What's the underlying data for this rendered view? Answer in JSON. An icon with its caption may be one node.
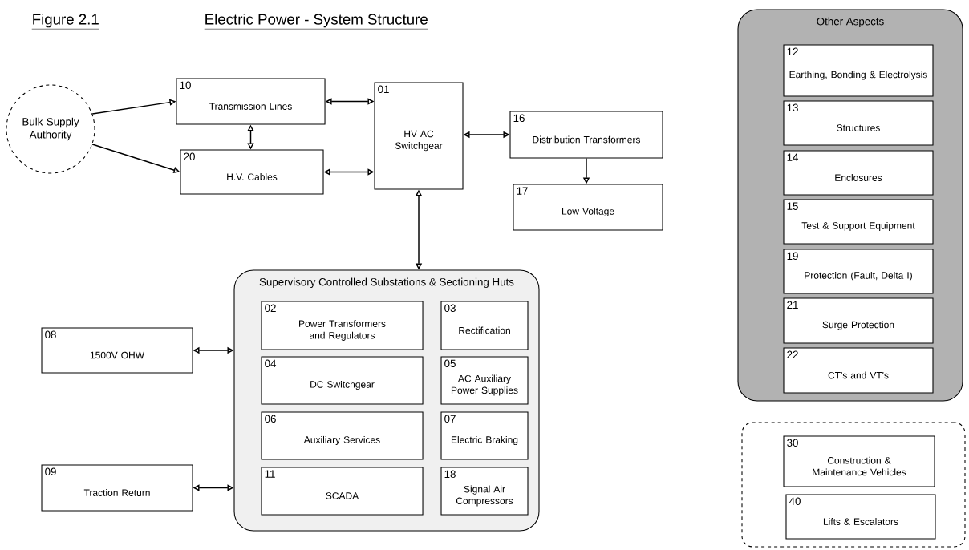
{
  "diagram": {
    "title": "Electric Power - System Structure",
    "nodes": [
      {
        "text": [
          "Bulk Supply Authority"
        ]
      },
      {
        "text": [
          "10",
          "Transmission Lines"
        ]
      },
      {
        "text": [
          "20",
          "H.V. Cables"
        ]
      },
      {
        "text": [
          "01",
          "HV AC Switchgear"
        ]
      },
      {
        "text": [
          "16",
          "Distribution Transformers"
        ]
      },
      {
        "text": [
          "17",
          "Low Voltage"
        ]
      },
      {
        "text": [
          "Supervisory Controlled Substations & Sectioning Huts"
        ]
      },
      {
        "text": [
          "02",
          "Power Transformers and Regulators"
        ],
        "in": 6
      },
      {
        "text": [
          "03",
          "Rectification"
        ],
        "in": 6
      },
      {
        "text": [
          "04",
          "DC Switchgear"
        ],
        "in": 6
      },
      {
        "text": [
          "05",
          "AC Auxiliary Power Supplies"
        ],
        "in": 6
      },
      {
        "text": [
          "06",
          "Auxiliary Services"
        ],
        "in": 6
      },
      {
        "text": [
          "07",
          "Electric Braking"
        ],
        "in": 6
      },
      {
        "text": [
          "11",
          "SCADA"
        ],
        "in": 6
      },
      {
        "text": [
          "18",
          "Signal Air Compressors"
        ],
        "in": 6
      },
      {
        "text": [
          "08",
          "1500V OHW"
        ]
      },
      {
        "text": [
          "09",
          "Traction Return"
        ]
      },
      {
        "text": [
          "Other Aspects"
        ]
      },
      {
        "text": [
          "12",
          "Earthing, Bonding & Electrolysis"
        ],
        "in": 17
      },
      {
        "text": [
          "13",
          "Structures"
        ],
        "in": 17
      },
      {
        "text": [
          "14",
          "Enclosures"
        ],
        "in": 17
      },
      {
        "text": [
          "15",
          "Test & Support Equipment"
        ],
        "in": 17
      },
      {
        "text": [
          "19",
          "Protection (Fault, Delta I)"
        ],
        "in": 17
      },
      {
        "text": [
          "21",
          "Surge Protection"
        ],
        "in": 17
      },
      {
        "text": [
          "22",
          "CT's and VT's"
        ],
        "in": 17
      },
      {
        "text": [],
        "shape": "box"
      },
      {
        "text": [
          "30",
          "Construction & Maintenance Vehicles"
        ],
        "in": 25
      },
      {
        "text": [
          "40",
          "Lifts & Escalators"
        ],
        "in": 25
      }
    ],
    "edges": [
      {
        "from": 0,
        "to": 1,
        "arrow": "to"
      },
      {
        "from": 0,
        "to": 2,
        "arrow": "to"
      },
      {
        "from": 1,
        "to": 2,
        "arrow": "both"
      },
      {
        "from": 1,
        "to": 3,
        "arrow": "both"
      },
      {
        "from": 2,
        "to": 3,
        "arrow": "both"
      },
      {
        "from": 3,
        "to": 4,
        "arrow": "both"
      },
      {
        "from": 4,
        "to": 5,
        "arrow": "to"
      },
      {
        "from": 3,
        "to": 6,
        "arrow": "both"
      },
      {
        "from": 15,
        "to": 6,
        "arrow": "both"
      },
      {
        "from": 16,
        "to": 6,
        "arrow": "both"
      }
    ],
    "labels": [
      "Figure 2.1"
    ]
  }
}
